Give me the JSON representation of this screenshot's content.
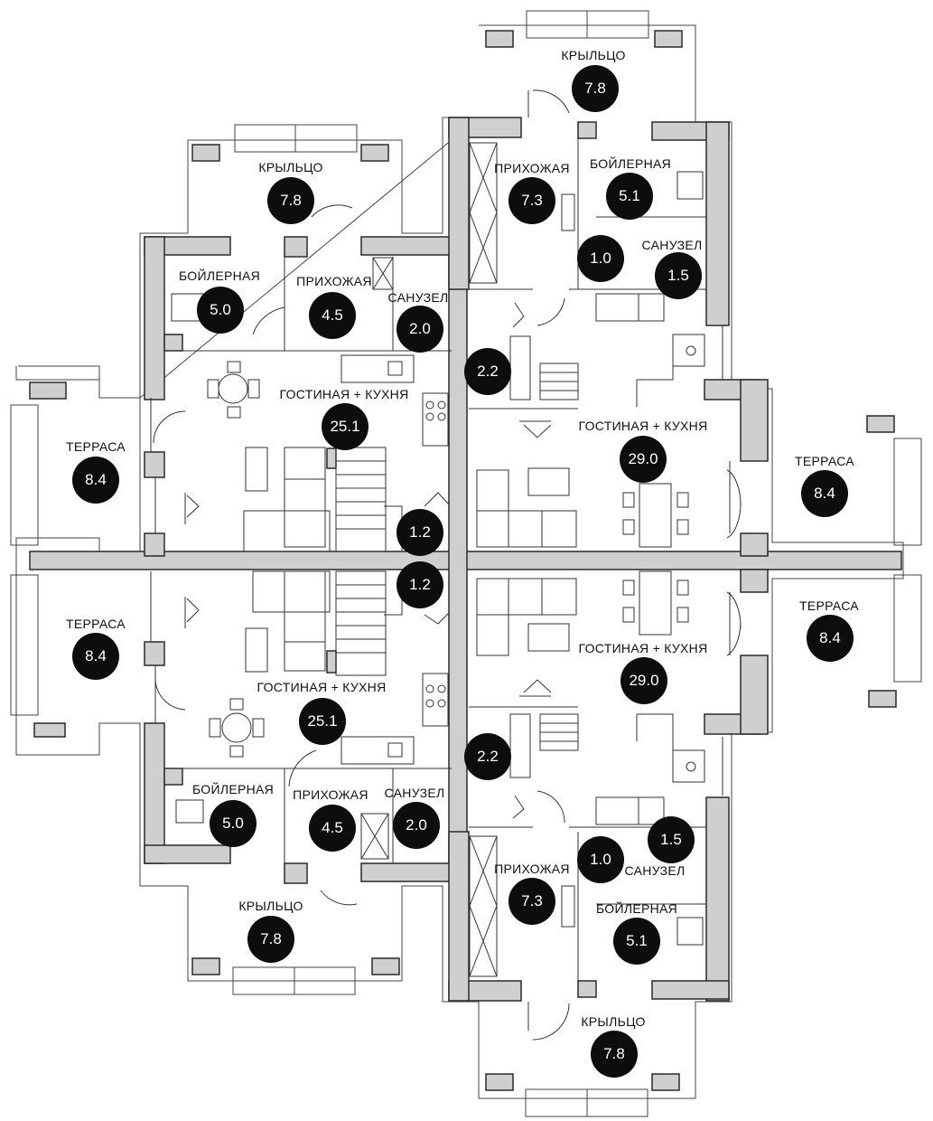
{
  "rooms": [
    {
      "id": "a1",
      "name": "КРЫЛЬЦО",
      "area": "7.8"
    },
    {
      "id": "a2",
      "name": "БОЙЛЕРНАЯ",
      "area": "5.0"
    },
    {
      "id": "a3",
      "name": "ПРИХОЖАЯ",
      "area": "4.5"
    },
    {
      "id": "a4",
      "name": "САНУЗЕЛ",
      "area": "2.0"
    },
    {
      "id": "a5",
      "name": "ГОСТИНАЯ + КУХНЯ",
      "area": "25.1"
    },
    {
      "id": "a6",
      "name": "ТЕРРАСА",
      "area": "8.4"
    },
    {
      "id": "a7",
      "name": "",
      "area": "1.2"
    },
    {
      "id": "b1",
      "name": "КРЫЛЬЦО",
      "area": "7.8"
    },
    {
      "id": "b2",
      "name": "ПРИХОЖАЯ",
      "area": "7.3"
    },
    {
      "id": "b3",
      "name": "БОЙЛЕРНАЯ",
      "area": "5.1"
    },
    {
      "id": "b4",
      "name": "",
      "area": "1.0"
    },
    {
      "id": "b5",
      "name": "САНУЗЕЛ",
      "area": "1.5"
    },
    {
      "id": "b6",
      "name": "",
      "area": "2.2"
    },
    {
      "id": "b7",
      "name": "ГОСТИНАЯ + КУХНЯ",
      "area": "29.0"
    },
    {
      "id": "b8",
      "name": "ТЕРРАСА",
      "area": "8.4"
    },
    {
      "id": "c1",
      "name": "ТЕРРАСА",
      "area": "8.4"
    },
    {
      "id": "c2",
      "name": "",
      "area": "1.2"
    },
    {
      "id": "c3",
      "name": "ГОСТИНАЯ + КУХНЯ",
      "area": "25.1"
    },
    {
      "id": "c4",
      "name": "БОЙЛЕРНАЯ",
      "area": "5.0"
    },
    {
      "id": "c5",
      "name": "ПРИХОЖАЯ",
      "area": "4.5"
    },
    {
      "id": "c6",
      "name": "САНУЗЕЛ",
      "area": "2.0"
    },
    {
      "id": "c7",
      "name": "КРЫЛЬЦО",
      "area": "7.8"
    },
    {
      "id": "d1",
      "name": "ТЕРРАСА",
      "area": "8.4"
    },
    {
      "id": "d2",
      "name": "ГОСТИНАЯ + КУХНЯ",
      "area": "29.0"
    },
    {
      "id": "d3",
      "name": "",
      "area": "2.2"
    },
    {
      "id": "d4",
      "name": "",
      "area": "1.5"
    },
    {
      "id": "d5",
      "name": "",
      "area": "1.0"
    },
    {
      "id": "d6",
      "name": "САНУЗЕЛ",
      "area": ""
    },
    {
      "id": "d7",
      "name": "ПРИХОЖАЯ",
      "area": "7.3"
    },
    {
      "id": "d8",
      "name": "БОЙЛЕРНАЯ",
      "area": "5.1"
    },
    {
      "id": "d9",
      "name": "КРЫЛЬЦО",
      "area": "7.8"
    }
  ],
  "colors": {
    "wall": "#cfcfcf",
    "wall_stroke": "#2a2a2a",
    "line": "#333333",
    "badge": "#0d0d0d",
    "badge_text": "#ffffff"
  }
}
